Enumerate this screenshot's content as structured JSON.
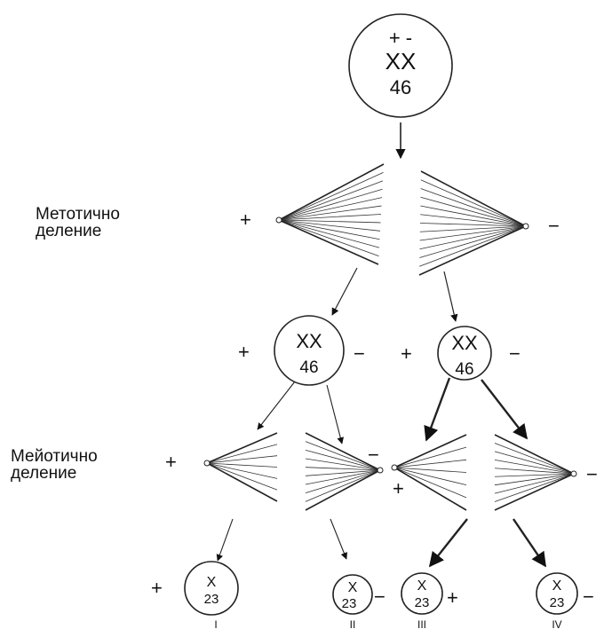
{
  "zygote": {
    "sign": "+ -",
    "chromosomes": "XX",
    "count": "46"
  },
  "labels": {
    "mitotic": [
      "Метотично",
      "деление"
    ],
    "meiotic": [
      "Мейотично",
      "деление"
    ]
  },
  "signs": {
    "plus": "+",
    "minus": "−"
  },
  "daughter_cells": [
    {
      "chromosomes": "XX",
      "count": "46"
    },
    {
      "chromosomes": "XX",
      "count": "46"
    }
  ],
  "gametes": [
    {
      "chromosome": "X",
      "count": "23",
      "numeral": "I"
    },
    {
      "chromosome": "X",
      "count": "23",
      "numeral": "II"
    },
    {
      "chromosome": "X",
      "count": "23",
      "numeral": "III"
    },
    {
      "chromosome": "X",
      "count": "23",
      "numeral": "IV"
    }
  ]
}
